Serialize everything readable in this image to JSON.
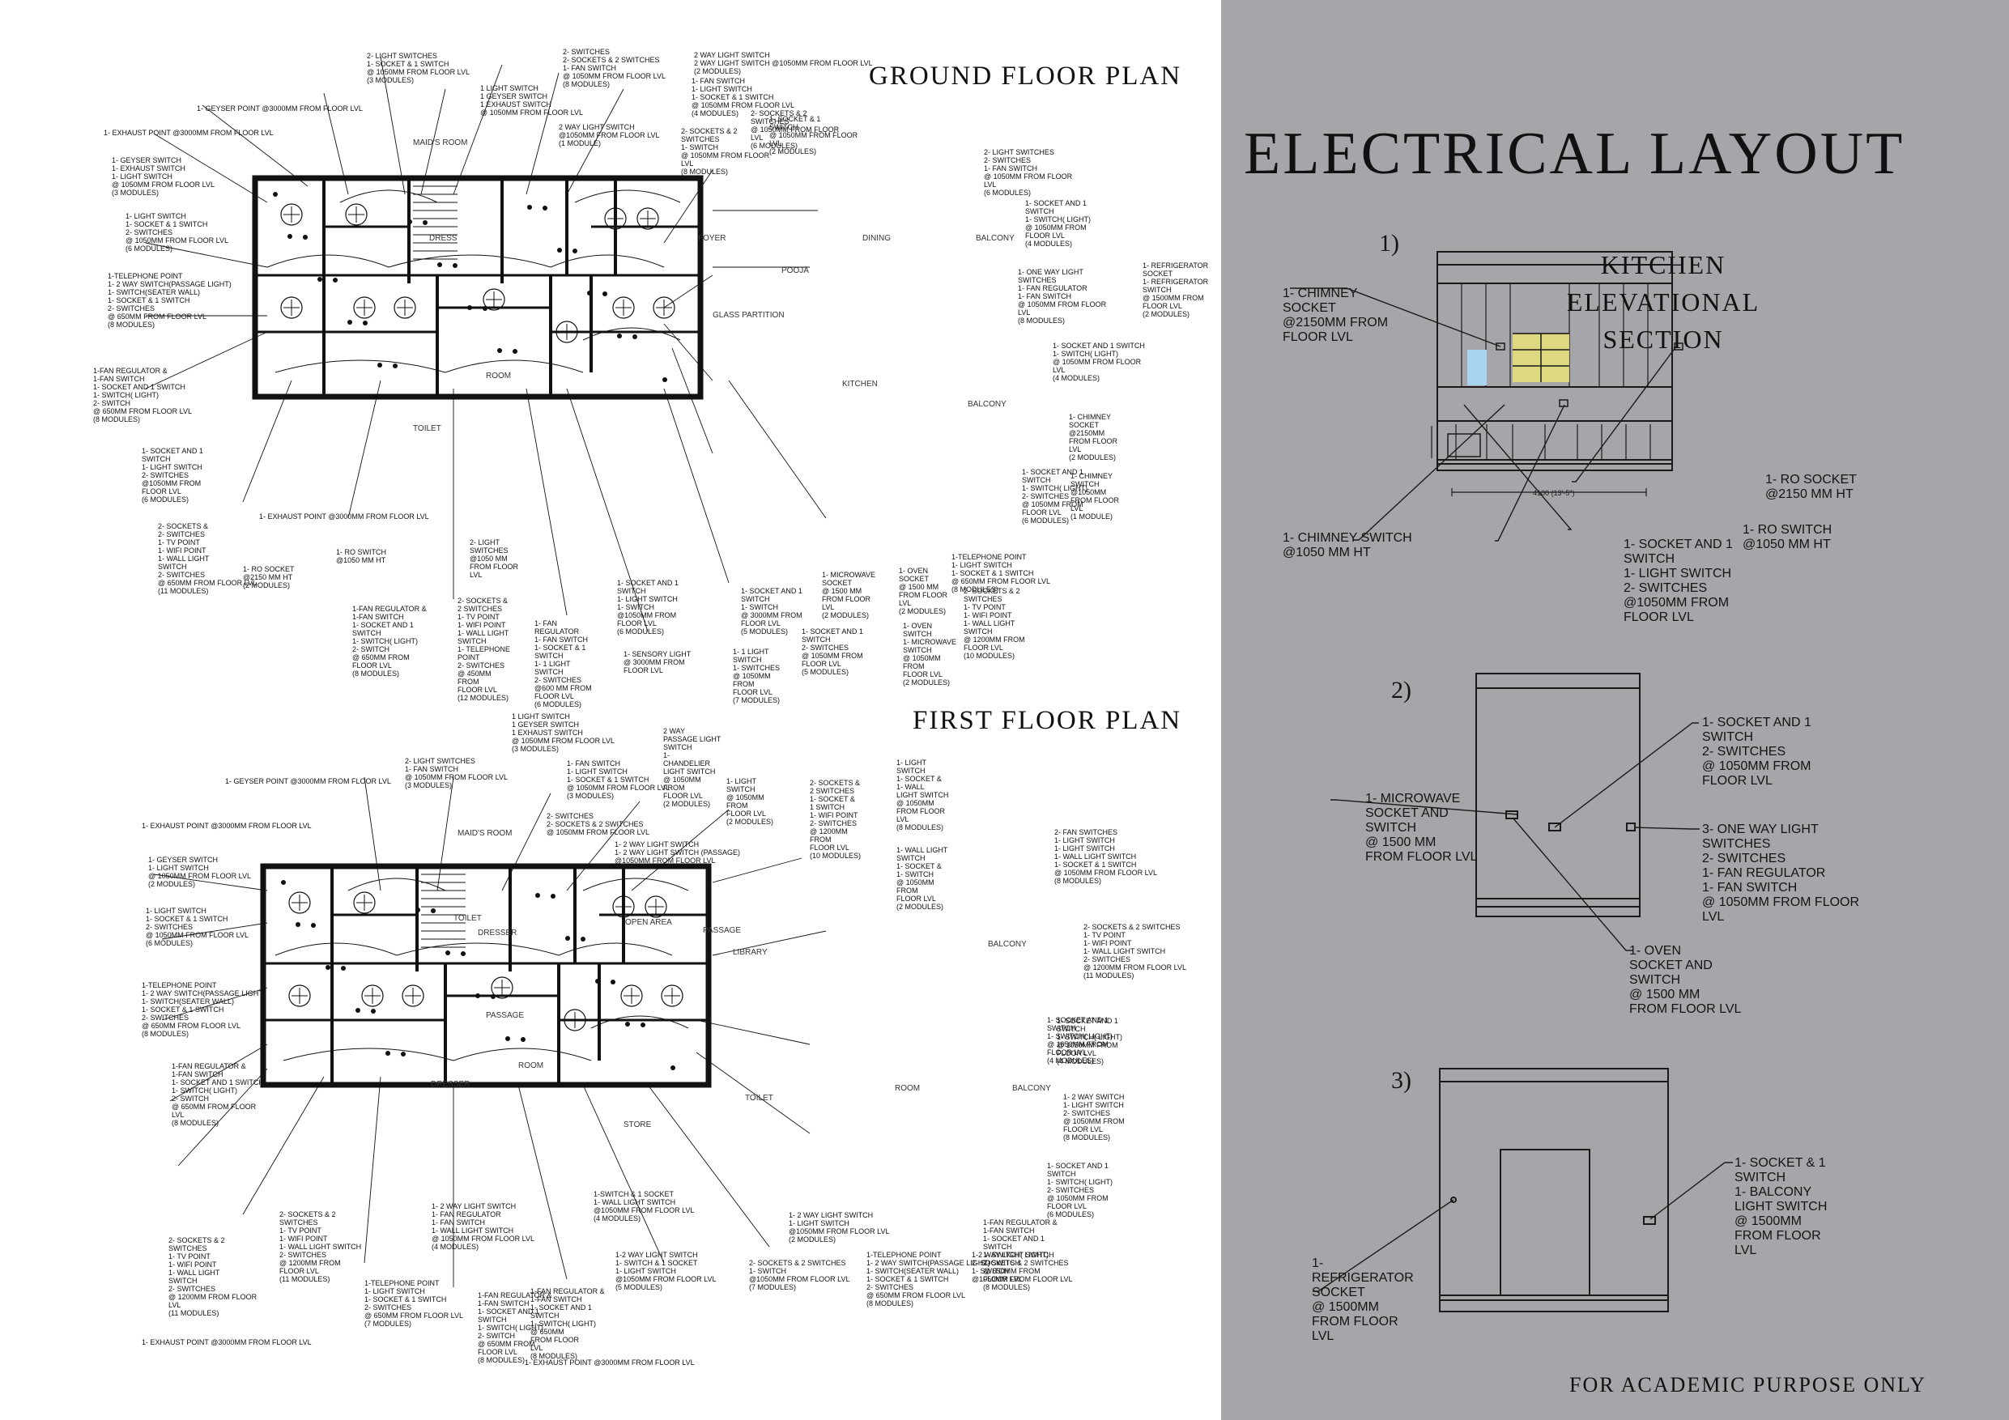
{
  "title": "ELECTRICAL LAYOUT",
  "ground_floor": {
    "heading": "GROUND FLOOR PLAN",
    "rooms": [
      "MAID'S ROOM",
      "DRESS",
      "FOYER",
      "POOJA",
      "DINING",
      "BALCONY",
      "KITCHEN",
      "GLASS PARTITION",
      "ROOM",
      "TOILET",
      "BALCONY"
    ],
    "notes": [
      "2- LIGHT SWITCHES\n1- SOCKET & 1 SWITCH\n@ 1050MM FROM FLOOR LVL\n(3 MODULES)",
      "1- GEYSER POINT @3000MM FROM FLOOR LVL",
      "2- SWITCHES\n2- SOCKETS & 2 SWITCHES\n1- FAN SWITCH\n@ 1050MM FROM FLOOR LVL\n(8 MODULES)",
      "1 LIGHT SWITCH\n1 GEYSER SWITCH\n1 EXHAUST SWITCH\n@ 1050MM FROM FLOOR LVL",
      "2 WAY LIGHT SWITCH\n2 WAY LIGHT SWITCH @1050MM FROM FLOOR LVL\n(2 MODULES)",
      "1- EXHAUST POINT @3000MM FROM FLOOR LVL",
      "2 WAY LIGHT SWITCH\n@1050MM FROM FLOOR LVL\n(1 MODULE)",
      "1- FAN SWITCH\n1- LIGHT SWITCH\n1- SOCKET & 1 SWITCH\n@ 1050MM FROM FLOOR LVL\n(4 MODULES)",
      "2- SOCKETS & 2\nSWITCHES\n1- SWITCH\n@ 1050MM FROM FLOOR\nLVL\n(8 MODULES)",
      "2- SOCKETS & 2\nSWITCHES\n@ 1050MM FROM FLOOR\nLVL\n(6 MODULES)",
      "1- SOCKET & 1\nSWITCH\n@ 1050MM FROM FLOOR\nLVL\n(2 MODULES)",
      "1- GEYSER SWITCH\n1- EXHAUST SWITCH\n1- LIGHT SWITCH\n@ 1050MM FROM FLOOR LVL\n(3 MODULES)",
      "2- LIGHT SWITCHES\n2- SWITCHES\n1- FAN SWITCH\n@ 1050MM FROM FLOOR\nLVL\n(6 MODULES)",
      "1- LIGHT SWITCH\n1- SOCKET & 1 SWITCH\n2- SWITCHES\n@ 1050MM FROM FLOOR LVL\n(6 MODULES)",
      "1- SOCKET AND 1\nSWITCH\n1- SWITCH( LIGHT)\n@ 1050MM FROM\nFLOOR LVL\n(4 MODULES)",
      "1- ONE WAY LIGHT\nSWITCHES\n1- FAN REGULATOR\n1- FAN SWITCH\n@ 1050MM FROM FLOOR\nLVL\n(8 MODULES)",
      "1- REFRIGERATOR\nSOCKET\n1- REFRIGERATOR\nSWITCH\n@ 1500MM FROM\nFLOOR LVL\n(2 MODULES)",
      "1-TELEPHONE POINT\n1- 2 WAY SWITCH(PASSAGE LIGHT)\n1- SWITCH(SEATER WALL)\n1- SOCKET & 1 SWITCH\n2- SWITCHES\n@ 650MM FROM FLOOR LVL\n(8 MODULES)",
      "1- SOCKET AND 1 SWITCH\n1- SWITCH( LIGHT)\n@ 1050MM FROM FLOOR\nLVL\n(4 MODULES)",
      "1-FAN REGULATOR &\n1-FAN SWITCH\n1- SOCKET AND 1 SWITCH\n1- SWITCH( LIGHT)\n2- SWITCH\n@ 650MM FROM FLOOR LVL\n(8 MODULES)",
      "1- CHIMNEY\nSOCKET\n@2150MM\nFROM FLOOR\nLVL\n(2 MODULES)",
      "1- SOCKET AND 1\nSWITCH\n1- SWITCH( LIGHT)\n2- SWITCHES\n@ 1050MM FROM\nFLOOR LVL\n(6 MODULES)",
      "1- CHIMNEY\nSWITCH\n@1050MM\nFROM FLOOR\nLVL\n(1 MODULE)",
      "1- EXHAUST POINT @3000MM FROM FLOOR LVL",
      "1- SOCKET AND 1\nSWITCH\n1- LIGHT SWITCH\n2- SWITCHES\n@1050MM FROM\nFLOOR LVL\n(6 MODULES)",
      "2- SOCKETS &\n2- SWITCHES\n1- TV POINT\n1- WIFI POINT\n1- WALL LIGHT\nSWITCH\n2- SWITCHES\n@ 650MM FROM FLOOR LVL\n(11 MODULES)",
      "2- LIGHT\nSWITCHES\n@1050 MM\nFROM FLOOR\nLVL",
      "1-TELEPHONE POINT\n1- LIGHT SWITCH\n1- SOCKET & 1 SWITCH\n@ 650MM FROM FLOOR LVL\n(8 MODULES)",
      "1- RO SWITCH\n@1050 MM HT",
      "2- SOCKETS & 2\nSWITCHES\n1- TV POINT\n1- WIFI POINT\n1- WALL LIGHT\nSWITCH\n@ 1200MM FROM\nFLOOR LVL\n(10 MODULES)",
      "1- RO SOCKET\n@2150 MM HT\n(2 MODULES)",
      "1- MICROWAVE\nSOCKET\n@ 1500 MM\nFROM FLOOR\nLVL\n(2 MODULES)",
      "1- OVEN\nSOCKET\n@ 1500 MM\nFROM FLOOR\nLVL\n(2 MODULES)",
      "1-FAN REGULATOR &\n1-FAN SWITCH\n1- SOCKET AND 1\nSWITCH\n1- SWITCH( LIGHT)\n2- SWITCH\n@ 650MM FROM\nFLOOR LVL\n(8 MODULES)",
      "2- SOCKETS &\n2 SWITCHES\n1- TV POINT\n1- WIFI POINT\n1- WALL LIGHT\nSWITCH\n1- TELEPHONE\nPOINT\n2- SWITCHES\n@ 450MM\nFROM\nFLOOR LVL\n(12 MODULES)",
      "1- FAN\nREGULATOR\n1- FAN SWITCH\n1- SOCKET & 1\nSWITCH\n1- 1 LIGHT\nSWITCH\n2- SWITCHES\n@600 MM FROM\nFLOOR LVL\n(6 MODULES)",
      "1- SOCKET AND 1\nSWITCH\n1- LIGHT SWITCH\n1- SWITCH\n@1050MM FROM\nFLOOR LVL\n(6 MODULES)",
      "1- SOCKET AND 1\nSWITCH\n1- SWITCH\n@ 3000MM FROM\nFLOOR LVL\n(5 MODULES)",
      "1- SOCKET AND 1\nSWITCH\n2- SWITCHES\n@ 1050MM FROM\nFLOOR LVL\n(5 MODULES)",
      "1- OVEN\nSWITCH\n1- MICROWAVE\nSWITCH\n@ 1050MM\nFROM\nFLOOR LVL\n(2 MODULES)",
      "1- SENSORY LIGHT\n@ 3000MM FROM\nFLOOR LVL",
      "1- 1 LIGHT\nSWITCH\n1- SWITCHES\n@ 1050MM\nFROM\nFLOOR LVL\n(7 MODULES)"
    ]
  },
  "first_floor": {
    "heading": "FIRST FLOOR PLAN",
    "rooms": [
      "MAID'S ROOM",
      "TOILET",
      "DRESSER",
      "OPEN AREA",
      "PASSAGE",
      "LIBRARY",
      "BALCONY",
      "PASSAGE",
      "DRESSER",
      "ROOM",
      "STORE",
      "TOILET",
      "ROOM",
      "BALCONY"
    ],
    "notes": [
      "1 LIGHT SWITCH\n1 GEYSER SWITCH\n1 EXHAUST SWITCH\n@ 1050MM FROM FLOOR LVL\n(3 MODULES)",
      "2 WAY\nPASSAGE LIGHT\nSWITCH\n1-\nCHANDELIER\nLIGHT SWITCH\n@ 1050MM\nFROM\nFLOOR LVL\n(2 MODULES)",
      "1- GEYSER POINT @3000MM FROM FLOOR LVL",
      "2- LIGHT SWITCHES\n1- FAN SWITCH\n@ 1050MM FROM FLOOR LVL\n(3 MODULES)",
      "1- FAN SWITCH\n1- LIGHT SWITCH\n1- SOCKET & 1 SWITCH\n@ 1050MM FROM FLOOR LVL\n(3 MODULES)",
      "1- LIGHT\nSWITCH\n@ 1050MM\nFROM\nFLOOR LVL\n(2 MODULES)",
      "2- SOCKETS &\n2 SWITCHES\n1- SOCKET &\n1 SWITCH\n1- WIFI POINT\n2- SWITCHES\n@ 1200MM\nFROM\nFLOOR LVL\n(10 MODULES)",
      "1- LIGHT\nSWITCH\n1- SOCKET &\n1- WALL\nLIGHT SWITCH\n@ 1050MM\nFROM FLOOR\nLVL\n(8 MODULES)",
      "1- WALL LIGHT\nSWITCH\n1- SOCKET &\n1- SWITCH\n@ 1050MM\nFROM\nFLOOR LVL\n(2 MODULES)",
      "1- EXHAUST POINT @3000MM FROM FLOOR LVL",
      "2- SWITCHES\n2- SOCKETS & 2 SWITCHES\n@ 1050MM FROM FLOOR LVL",
      "1- 2 WAY LIGHT SWITCH\n1- 2 WAY LIGHT SWITCH (PASSAGE)\n@1050MM FROM FLOOR LVL",
      "2- FAN SWITCHES\n1- LIGHT SWITCH\n1- LIGHT SWITCH\n1- WALL LIGHT SWITCH\n1- SOCKET & 1 SWITCH\n@ 1050MM FROM FLOOR LVL\n(8 MODULES)",
      "1- GEYSER SWITCH\n1- LIGHT SWITCH\n@ 1050MM FROM FLOOR LVL\n(2 MODULES)",
      "1- LIGHT SWITCH\n1- SOCKET & 1 SWITCH\n2- SWITCHES\n@ 1050MM FROM FLOOR LVL\n(6 MODULES)",
      "2- SOCKETS & 2 SWITCHES\n1- TV POINT\n1- WIFI POINT\n1- WALL LIGHT SWITCH\n2- SWITCHES\n@ 1200MM FROM FLOOR LVL\n(11 MODULES)",
      "1-TELEPHONE POINT\n1- 2 WAY SWITCH(PASSAGE LIGHT)\n1- SWITCH(SEATER WALL)\n1- SOCKET & 1 SWITCH\n2- SWITCHES\n@ 650MM FROM FLOOR LVL\n(8 MODULES)",
      "1- SOCKET AND 1\nSWITCH\n1- SWITCH( LIGHT)\n@ 1050MM FROM\nFLOOR LVL\n(4 MODULES)",
      "1-FAN REGULATOR &\n1-FAN SWITCH\n1- SOCKET AND 1 SWITCH\n1- SWITCH( LIGHT)\n2- SWITCH\n@ 650MM FROM FLOOR\nLVL\n(8 MODULES)",
      "1- 2 WAY SWITCH\n1- LIGHT SWITCH\n2- SWITCHES\n@ 1050MM FROM\nFLOOR LVL\n(8 MODULES)",
      "1- SOCKET AND 1\nSWITCH\n1- SWITCH( LIGHT)\n2- SWITCHES\n@ 1050MM FROM\nFLOOR LVL\n(6 MODULES)",
      "1- SOCKET AND 1\nSWITCH\n1- SWITCH( LIGHT)\n@ 1050MM FROM\nFLOOR LVL\n(4 MODULES)",
      "2- SOCKETS & 2\nSWITCHES\n1- TV POINT\n1- WIFI POINT\n1- WALL LIGHT SWITCH\n2- SWITCHES\n@ 1200MM FROM\nFLOOR LVL\n(11 MODULES)",
      "2- SOCKETS & 2\nSWITCHES\n1- TV POINT\n1- WIFI POINT\n1- WALL LIGHT\nSWITCH\n2- SWITCHES\n@ 1200MM FROM FLOOR\nLVL\n(11 MODULES)",
      "1- 2 WAY LIGHT SWITCH\n1- FAN REGULATOR\n1- FAN SWITCH\n1- WALL LIGHT SWITCH\n@ 1050MM FROM FLOOR LVL\n(4 MODULES)",
      "1-SWITCH & 1 SOCKET\n1- WALL LIGHT SWITCH\n@1050MM FROM FLOOR LVL\n(4 MODULES)",
      "1- 2 WAY LIGHT SWITCH\n1- LIGHT SWITCH\n@1050MM FROM FLOOR LVL\n(2 MODULES)",
      "1-FAN REGULATOR &\n1-FAN SWITCH\n1- SOCKET AND 1\nSWITCH\n1- SWITCH( LIGHT)\n2- SWITCH\n@ 650MM FROM\nFLOOR LVL\n(8 MODULES)",
      "1-TELEPHONE POINT\n1- LIGHT SWITCH\n1- SOCKET & 1 SWITCH\n2- SWITCHES\n@ 650MM FROM FLOOR LVL\n(7 MODULES)",
      "1-2 WAY LIGHT SWITCH\n1- SWITCH & 1 SOCKET\n1- LIGHT SWITCH\n@1050MM FROM FLOOR LVL\n(5 MODULES)",
      "2- SOCKETS & 2 SWITCHES\n1- SWITCH\n@1050MM FROM FLOOR LVL\n(7 MODULES)",
      "1-TELEPHONE POINT\n1- 2 WAY SWITCH(PASSAGE LIGHT)\n1- SWITCH(SEATER WALL)\n1- SOCKET & 1 SWITCH\n2- SWITCHES\n@ 650MM FROM FLOOR LVL\n(8 MODULES)",
      "1-FAN REGULATOR &\n1-FAN SWITCH\n1- SOCKET AND 1\nSWITCH\n1- SWITCH( LIGHT)\n2- SWITCH\n@ 650MM FROM\nFLOOR LVL\n(8 MODULES)",
      "1-FAN REGULATOR &\n1-FAN SWITCH\n1- SOCKET AND 1\nSWITCH\n1- SWITCH( LIGHT)\n@ 650MM\nFROM FLOOR\nLVL\n(8 MODULES)",
      "1-2 WAY LIGHT SWITCH\n2- SOCKETS & 2 SWITCHES\n1- SWITCH\n@1050MM FROM FLOOR LVL",
      "1- EXHAUST POINT @3000MM FROM FLOOR LVL",
      "1- EXHAUST POINT @3000MM FROM FLOOR LVL"
    ]
  },
  "elevations": {
    "kitchen_title": [
      "KITCHEN",
      "ELEVATIONAL",
      "SECTION"
    ],
    "section1": {
      "number": "1)",
      "labels": [
        "1- CHIMNEY\nSOCKET\n@2150MM FROM\nFLOOR LVL",
        "1- CHIMNEY SWITCH\n@1050 MM HT",
        "1- SOCKET AND 1\nSWITCH\n1- LIGHT SWITCH\n2- SWITCHES\n@1050MM FROM\nFLOOR LVL",
        "1- RO SOCKET\n@2150 MM HT",
        "1- RO SWITCH\n@1050 MM HT"
      ],
      "dimension": "4100 (13'-5\")"
    },
    "section2": {
      "number": "2)",
      "labels": [
        "1- MICROWAVE\nSOCKET AND\nSWITCH\n@ 1500 MM\nFROM FLOOR LVL",
        "1- SOCKET AND 1\nSWITCH\n2- SWITCHES\n@ 1050MM FROM\nFLOOR LVL",
        "3- ONE WAY LIGHT\nSWITCHES\n2- SWITCHES\n1- FAN REGULATOR\n1- FAN SWITCH\n@ 1050MM FROM FLOOR\nLVL",
        "1- OVEN\nSOCKET AND\nSWITCH\n@ 1500 MM\nFROM FLOOR LVL"
      ]
    },
    "section3": {
      "number": "3)",
      "labels": [
        "1-\nREFRIGERATOR\nSOCKET\n@ 1500MM\nFROM FLOOR\nLVL",
        "1- SOCKET & 1\nSWITCH\n1- BALCONY\nLIGHT SWITCH\n@ 1500MM\nFROM FLOOR\nLVL"
      ]
    }
  },
  "footer": "FOR ACADEMIC PURPOSE ONLY",
  "colors": {
    "panel": "#a6a5aa",
    "ink": "#111111",
    "accent_blue": "#a9d4ee",
    "accent_yellow": "#e8e27a"
  }
}
